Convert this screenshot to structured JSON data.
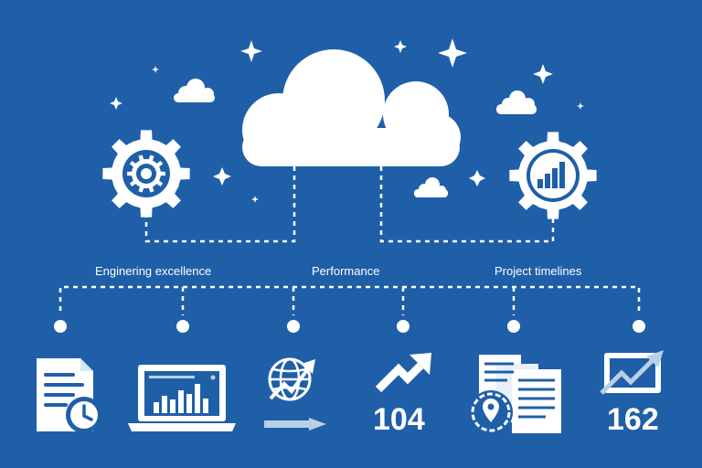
{
  "labels": {
    "left": "Enginering excellence",
    "center": "Performance",
    "right": "Project timelines"
  },
  "metrics": {
    "upward_arrow_value": "104",
    "trend_chart_value": "162"
  },
  "colors": {
    "background": "#1f5fa8",
    "foreground": "#ffffff",
    "icon_blue": "#2a68ad",
    "pale_blue": "#b9cfe8"
  },
  "icons": [
    "cloud-icon",
    "gear-icon",
    "gear-bar-chart-icon",
    "sparkle-icon",
    "document-clock-icon",
    "laptop-chart-icon",
    "globe-arrow-icon",
    "upward-arrow-icon",
    "documents-location-icon",
    "trend-chart-icon"
  ]
}
